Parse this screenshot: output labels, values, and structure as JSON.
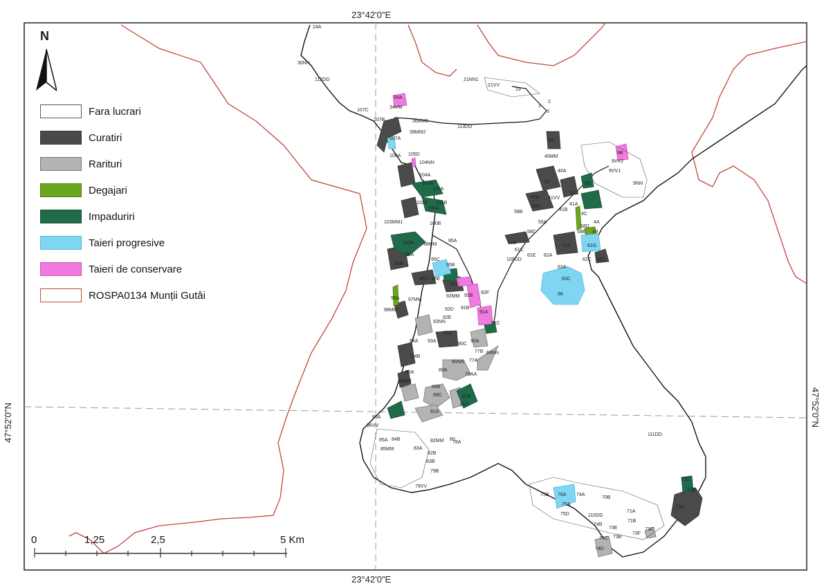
{
  "coords": {
    "top_lon": "23°42'0\"E",
    "bottom_lon": "23°42'0\"E",
    "left_lat": "47°52'0\"N",
    "right_lat": "47°52'0\"N"
  },
  "north_arrow": {
    "label": "N",
    "icon": "north-arrow-icon"
  },
  "legend": [
    {
      "label": "Fara lucrari",
      "color": "#ffffff",
      "border": "#555555"
    },
    {
      "label": "Curatiri",
      "color": "#4a4a4a",
      "border": "#333333"
    },
    {
      "label": "Rarituri",
      "color": "#b3b3b3",
      "border": "#777777"
    },
    {
      "label": "Degajari",
      "color": "#6aa61e",
      "border": "#4d7f14"
    },
    {
      "label": "Impaduriri",
      "color": "#1f6b4a",
      "border": "#155036"
    },
    {
      "label": "Taieri progresive",
      "color": "#7fd6f2",
      "border": "#4fb8da"
    },
    {
      "label": "Taieri de conservare",
      "color": "#f07ae0",
      "border": "#c355b6"
    },
    {
      "label": "ROSPA0134 Munții Gutâi",
      "color": "#ffffff",
      "border": "#c0463a"
    }
  ],
  "scale_bar": {
    "labels": [
      "0",
      "1,25",
      "2,5",
      "5 Km"
    ]
  },
  "parcel_labels": {
    "a": "24A",
    "b": "30NN",
    "c": "112DD",
    "d": "21NN1",
    "e": "21VV",
    "f": "19",
    "g": "34A",
    "h": "34VM",
    "i": "107C",
    "j": "107B",
    "k": "107A",
    "l": "106A",
    "m": "105D",
    "n": "104NN",
    "o": "104A",
    "p": "102A",
    "q": "101A",
    "r": "103MM1",
    "s": "103A",
    "t": "99A",
    "u": "96B",
    "v": "96C",
    "w": "95E",
    "x": "98A",
    "y": "98MM",
    "z": "97MM",
    "aa": "94A",
    "ab": "94B",
    "ac": "88A",
    "ad": "88MM",
    "ae": "86A",
    "af": "86VV",
    "ag": "85A",
    "ah": "84B",
    "ai": "85MM",
    "aj": "83A",
    "ak": "82MM",
    "al": "82B",
    "am": "83B",
    "an": "78A",
    "ao": "79B",
    "ap": "79VV",
    "aq": "80",
    "ar": "81A",
    "as": "81B",
    "at": "81C",
    "au": "89C",
    "av": "89B",
    "aw": "89A",
    "ax": "90NN",
    "ay": "77A",
    "az": "77B",
    "ba": "69NN",
    "bb": "78AA",
    "bc": "90A",
    "bd": "90C",
    "be": "93A",
    "bf": "93C",
    "bg": "93NN",
    "bh": "92D",
    "bi": "92E",
    "bj": "91B",
    "bk": "91A",
    "bl": "91C",
    "bm": "92F",
    "bn": "92B",
    "bo": "92MM",
    "bp": "92C",
    "bq": "95B",
    "br": "95C",
    "bs": "95A",
    "bt": "98MM",
    "bu": "100B",
    "bv": "100A",
    "bw": "102C",
    "bx": "101B",
    "by": "113DD",
    "bz": "36MM2",
    "ca": "39MM2",
    "cb": "39",
    "cc": "40MM",
    "cd": "40A",
    "ce": "42",
    "cf": "41VV",
    "cg": "41C",
    "ch": "41A",
    "ci": "41B",
    "cj": "50B",
    "ck": "50A",
    "cl": "58B",
    "cm": "56A",
    "cn": "58C",
    "co": "61B",
    "cp": "61C",
    "cq": "109DD",
    "cr": "61E",
    "cs": "62A",
    "ct": "61F",
    "cu": "61G",
    "cv": "62C",
    "cw": "62D",
    "cx": "63A",
    "cy": "63C",
    "cz": "66",
    "da": "58E",
    "db": "4A",
    "dc": "4B",
    "dd": "4C",
    "de": "6B",
    "df": "9B",
    "dg": "9VV2",
    "dh": "9VV1",
    "di": "9NN",
    "dj": "111DD",
    "dk": "72C",
    "dl": "72B",
    "dm": "72A",
    "dn": "75B",
    "do": "76A",
    "dp": "75A",
    "dq": "74A",
    "dr": "75D",
    "ds": "70B",
    "dt": "71A",
    "du": "110DD",
    "dv": "74B",
    "dw": "73E",
    "dx": "71B",
    "dy": "74C",
    "dz": "74D",
    "ea": "73B",
    "eb": "73F",
    "ec": "73C",
    "ed": "58D",
    "ee": "1",
    "ef": "2",
    "eg": "3"
  }
}
